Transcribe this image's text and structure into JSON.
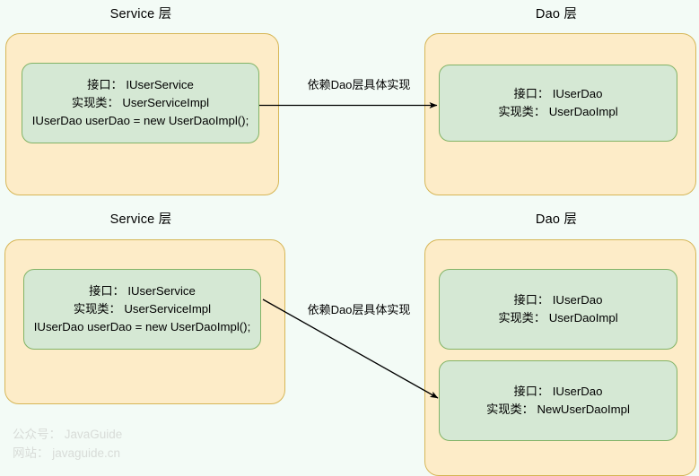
{
  "diagram": {
    "background_color": "#f3fbf6",
    "outer_box_fill": "#fdecc8",
    "outer_box_border": "#d6b656",
    "inner_box_fill": "#d5e8d4",
    "inner_box_border": "#82b366",
    "arrow_color": "#000000",
    "sections": [
      {
        "id": "top",
        "left_title": "Service 层",
        "right_title": "Dao 层",
        "edge_label": "依赖Dao层具体实现",
        "left_inner_lines": [
          "接口： IUserService",
          "实现类： UserServiceImpl",
          "IUserDao userDao = new UserDaoImpl();"
        ],
        "right_inner_boxes": [
          {
            "lines": [
              "接口： IUserDao",
              "实现类： UserDaoImpl"
            ]
          }
        ]
      },
      {
        "id": "bottom",
        "left_title": "Service 层",
        "right_title": "Dao 层",
        "edge_label": "依赖Dao层具体实现",
        "left_inner_lines": [
          "接口： IUserService",
          "实现类： UserServiceImpl",
          "IUserDao userDao = new UserDaoImpl();"
        ],
        "right_inner_boxes": [
          {
            "lines": [
              "接口： IUserDao",
              "实现类： UserDaoImpl"
            ]
          },
          {
            "lines": [
              "接口： IUserDao",
              "实现类： NewUserDaoImpl"
            ]
          }
        ]
      }
    ]
  },
  "watermark": {
    "line1": "公众号： JavaGuide",
    "line2": "网站： javaguide.cn",
    "color": "#d8dcd8"
  }
}
